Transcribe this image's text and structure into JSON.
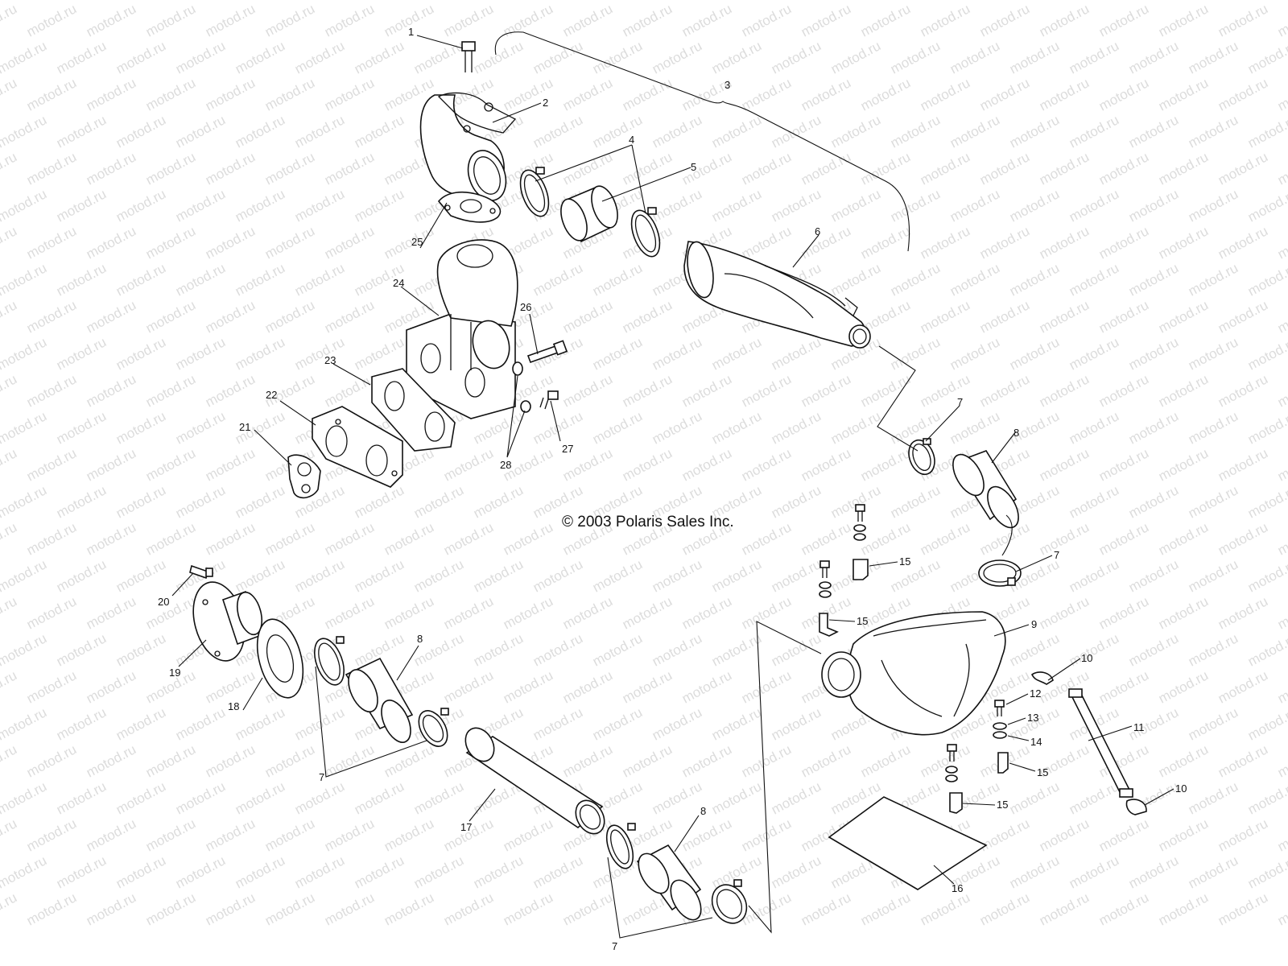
{
  "watermark": "motod.ru",
  "copyright": "© 2003 Polaris Sales Inc.",
  "callouts": [
    {
      "id": "c1",
      "text": "1"
    },
    {
      "id": "c2",
      "text": "2"
    },
    {
      "id": "c3",
      "text": "3"
    },
    {
      "id": "c4",
      "text": "4"
    },
    {
      "id": "c5",
      "text": "5"
    },
    {
      "id": "c6",
      "text": "6"
    },
    {
      "id": "c7a",
      "text": "7"
    },
    {
      "id": "c8a",
      "text": "8"
    },
    {
      "id": "c7b",
      "text": "7"
    },
    {
      "id": "c9",
      "text": "9"
    },
    {
      "id": "c10a",
      "text": "10"
    },
    {
      "id": "c11",
      "text": "11"
    },
    {
      "id": "c12",
      "text": "12"
    },
    {
      "id": "c13",
      "text": "13"
    },
    {
      "id": "c14",
      "text": "14"
    },
    {
      "id": "c15a",
      "text": "15"
    },
    {
      "id": "c15b",
      "text": "15"
    },
    {
      "id": "c15c",
      "text": "15"
    },
    {
      "id": "c15d",
      "text": "15"
    },
    {
      "id": "c10b",
      "text": "10"
    },
    {
      "id": "c16",
      "text": "16"
    },
    {
      "id": "c8b",
      "text": "8"
    },
    {
      "id": "c7c",
      "text": "7"
    },
    {
      "id": "c17",
      "text": "17"
    },
    {
      "id": "c8c",
      "text": "8"
    },
    {
      "id": "c7d",
      "text": "7"
    },
    {
      "id": "c18",
      "text": "18"
    },
    {
      "id": "c19",
      "text": "19"
    },
    {
      "id": "c20",
      "text": "20"
    },
    {
      "id": "c21",
      "text": "21"
    },
    {
      "id": "c22",
      "text": "22"
    },
    {
      "id": "c23",
      "text": "23"
    },
    {
      "id": "c24",
      "text": "24"
    },
    {
      "id": "c25",
      "text": "25"
    },
    {
      "id": "c26",
      "text": "26"
    },
    {
      "id": "c27",
      "text": "27"
    },
    {
      "id": "c28",
      "text": "28"
    }
  ]
}
